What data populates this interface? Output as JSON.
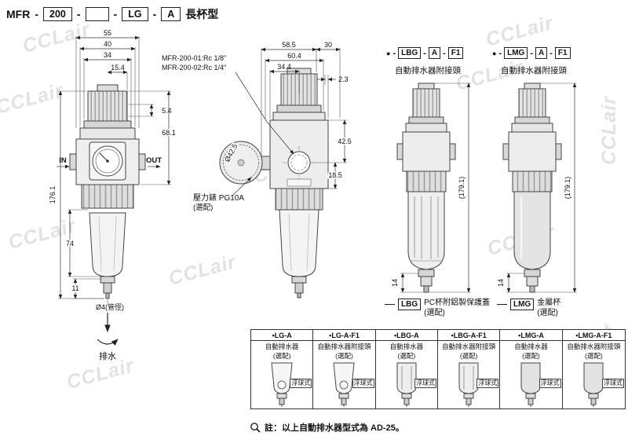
{
  "watermark": "CCLair",
  "header": {
    "model": "MFR",
    "sep": "-",
    "size": "200",
    "blank": "",
    "cup": "LG",
    "drain": "A",
    "type_label": "長杯型"
  },
  "front": {
    "d55": "55",
    "d40": "40",
    "d34": "34",
    "d15_4": "15.4",
    "d5_4": "5.4",
    "d68_1": "68.1",
    "d176_1": "176.1",
    "d74": "74",
    "d11": "11",
    "in": "IN",
    "out": "OUT",
    "pipe": "Ø4(管徑)",
    "drain": "排水"
  },
  "side": {
    "port1": "MFR-200-01:Rc 1/8\"",
    "port2": "MFR-200-02:Rc 1/4\"",
    "d58_5": "58.5",
    "d30": "30",
    "d60_4": "60.4",
    "d34_4": "34.4",
    "d2_3": "2.3",
    "dia42_5": "Ø42.5",
    "d42_5": "42.5",
    "d18_5": "18.5",
    "gauge": "壓力錶 PG10A",
    "optional": "(選配)"
  },
  "lbg": {
    "bullet": "●",
    "sep": "-",
    "code": "LBG",
    "a": "A",
    "f1": "F1",
    "subtitle": "自動排水器附接頭",
    "d179": "(179.1)",
    "d14": "14",
    "legend_code": "LBG",
    "legend_text": "PC杯附鋁製保護蓋",
    "legend_opt": "(選配)"
  },
  "lmg": {
    "bullet": "●",
    "sep": "-",
    "code": "LMG",
    "a": "A",
    "f1": "F1",
    "subtitle": "自動排水器附接頭",
    "d179": "(179.1)",
    "d14": "14",
    "legend_code": "LMG",
    "legend_text": "金屬杯",
    "legend_opt": "(選配)"
  },
  "table": {
    "columns": [
      {
        "title": "▪LG-A",
        "line1": "自動排水器",
        "line2": "(選配)",
        "tag": "浮球式"
      },
      {
        "title": "▪LG-A-F1",
        "line1": "自動排水器附接頭",
        "line2": "(選配)",
        "tag": "浮球式"
      },
      {
        "title": "▪LBG-A",
        "line1": "自動排水器",
        "line2": "(選配)",
        "tag": "浮球式"
      },
      {
        "title": "▪LBG-A-F1",
        "line1": "自動排水器附接頭",
        "line2": "(選配)",
        "tag": "浮球式"
      },
      {
        "title": "▪LMG-A",
        "line1": "自動排水器",
        "line2": "(選配)",
        "tag": "浮球式"
      },
      {
        "title": "▪LMG-A-F1",
        "line1": "自動排水器附接頭",
        "line2": "(選配)",
        "tag": "浮球式"
      }
    ]
  },
  "note": "註：以上自動排水器型式為 AD-25。"
}
